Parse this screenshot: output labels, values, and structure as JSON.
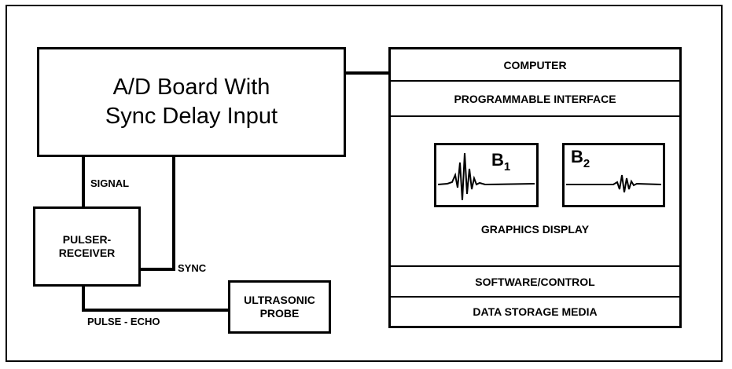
{
  "ad_board": {
    "line1": "A/D Board With",
    "line2": "Sync Delay Input"
  },
  "pulser_receiver": {
    "line1": "PULSER-",
    "line2": "RECEIVER"
  },
  "probe": {
    "line1": "ULTRASONIC",
    "line2": "PROBE"
  },
  "connections": {
    "signal": "SIGNAL",
    "sync": "SYNC",
    "pulse_echo": "PULSE - ECHO"
  },
  "computer": {
    "title": "COMPUTER",
    "interface": "PROGRAMMABLE INTERFACE",
    "graphics_label": "GRAPHICS DISPLAY",
    "screen1": {
      "letter": "B",
      "sub": "1"
    },
    "screen2": {
      "letter": "B",
      "sub": "2"
    },
    "software": "SOFTWARE/CONTROL",
    "storage": "DATA STORAGE MEDIA"
  }
}
